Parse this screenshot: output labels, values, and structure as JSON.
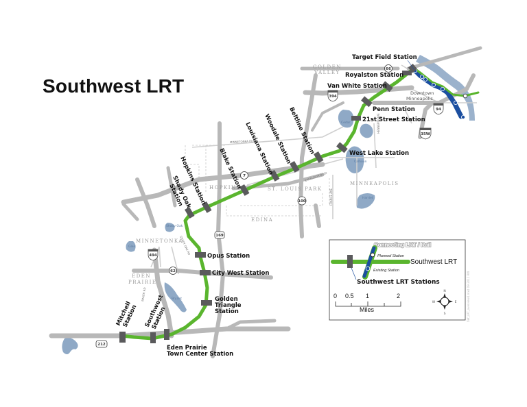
{
  "title": "Southwest LRT",
  "colors": {
    "line_green": "#5ab52e",
    "connecting_blue": "#1c4fa0",
    "station_gray": "#5a5a5c",
    "road_gray": "#b8b8b8",
    "water_blue": "#8fa9c6",
    "background": "#ffffff"
  },
  "stations": [
    {
      "name": "Target Field Station"
    },
    {
      "name": "Royalston Station"
    },
    {
      "name": "Van White Station"
    },
    {
      "name": "Penn Station"
    },
    {
      "name": "21st Street Station"
    },
    {
      "name": "West Lake Station"
    },
    {
      "name": "Beltline Station"
    },
    {
      "name": "Woodale Station"
    },
    {
      "name": "Louisiana Station"
    },
    {
      "name": "Blake Station"
    },
    {
      "name": "Hopkins Station"
    },
    {
      "name": "Shady Oak Station"
    },
    {
      "name": "Opus Station"
    },
    {
      "name": "City West Station"
    },
    {
      "name": "Golden Triangle Station"
    },
    {
      "name": "Eden Prairie Town Center Station"
    },
    {
      "name": "Southwest Station"
    },
    {
      "name": "Mitchell Station"
    }
  ],
  "station_labels": {
    "target_field": "Target Field Station",
    "royalston": "Royalston Station",
    "van_white": "Van White Station",
    "penn": "Penn Station",
    "street21": "21st Street Station",
    "west_lake": "West Lake Station",
    "beltline": "Beltline Station",
    "woodale": "Woodale Station",
    "louisiana": "Louisiana Station",
    "blake": "Blake Station",
    "hopkins": "Hopkins Station",
    "shady_oak_1": "Shady Oak",
    "shady_oak_2": "Station",
    "opus": "Opus Station",
    "city_west": "City West Station",
    "golden_1": "Golden",
    "golden_2": "Triangle",
    "golden_3": "Station",
    "epc_1": "Eden Prairie",
    "epc_2": "Town Center Station",
    "southwest_1": "Southwest",
    "southwest_2": "Station",
    "mitchell_1": "Mitchell",
    "mitchell_2": "Station"
  },
  "places": {
    "golden_valley_1": "GOLDEN",
    "golden_valley_2": "VALLEY",
    "downtown_1": "Downtown",
    "downtown_2": "Minneapolis",
    "hopkins": "HOPKINS",
    "st_louis_park": "ST. LOUIS PARK",
    "minneapolis": "MINNEAPOLIS",
    "edina": "EDINA",
    "minnetonka": "MINNETONKA",
    "eden_prairie_1": "EDEN",
    "eden_prairie_2": "PRAIRIE"
  },
  "lakes": {
    "calhoun": "Calhoun",
    "isles": "Lake of the Isles",
    "harriet": "Harriet",
    "cedar": "Cedar",
    "shady_oak": "Shady Oak",
    "glen": "Glen",
    "bryant": "Bryant"
  },
  "roads": {
    "minnetonka_blvd": "MINNETONKA BLVD",
    "excelsior_blvd": "EXCELSIOR BLVD",
    "france_ave": "FRANCE AVE",
    "hennepin_ave": "HENNEPIN AVE",
    "shady_oak_rd": "SHADY OAK RD",
    "baker_rd": "BAKER RD"
  },
  "shields": {
    "i394": "394",
    "i94": "94",
    "i35w": "35W",
    "i494": "494",
    "hwy7": "7",
    "hwy100": "100",
    "hwy169": "169",
    "hwy62": "62",
    "hwy66": "66",
    "us212": "212"
  },
  "legend": {
    "connecting": "Connecting LRT / Rail",
    "planned_station": "Planned Station",
    "existing_station": "Existing Station",
    "line_label": "Southwest LRT",
    "stations_label": "Southwest LRT Stations",
    "scale_ticks": [
      "0",
      "0.5",
      "1",
      "2"
    ],
    "scale_unit": "Miles",
    "compass": {
      "n": "N",
      "s": "S",
      "e": "E",
      "w": "W"
    }
  },
  "credit": "SW_LRT_overview4.mxd  09-2011 RW"
}
